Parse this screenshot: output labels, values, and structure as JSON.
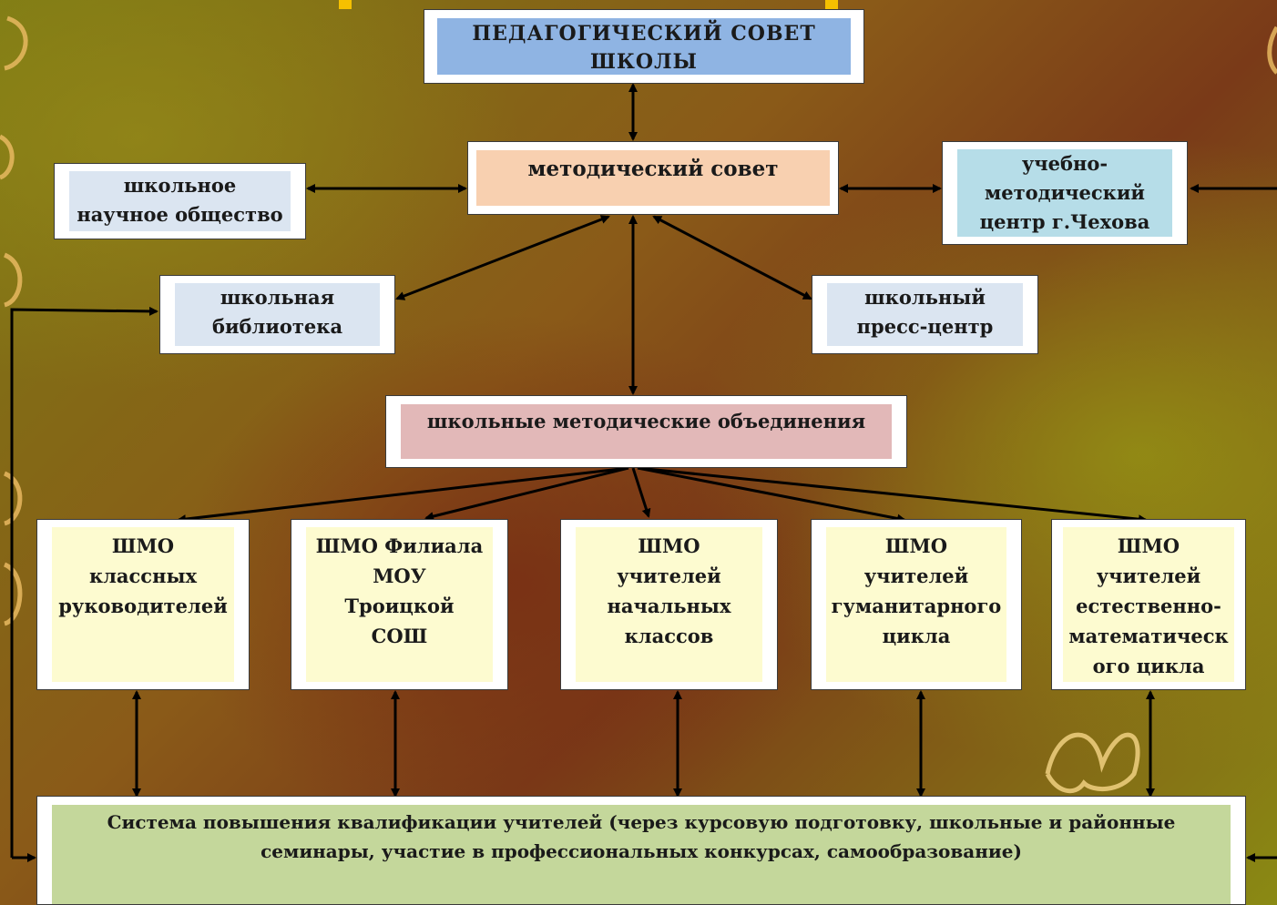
{
  "boxes": {
    "ped_council": "ПЕДАГОГИЧЕСКИЙ  СОВЕТ\nШКОЛЫ",
    "method_council": "методический совет",
    "sci_society": "школьное\nнаучное общество",
    "umc": "учебно-\nметодический\nцентр г.Чехова",
    "library": "школьная\nбиблиотека",
    "press": "школьный\nпресс-центр",
    "shmo_all": "школьные методические объединения",
    "shmo1": "ШМО\nклассных\nруководителей",
    "shmo2": "ШМО Филиала\nМОУ\nТроицкой\nСОШ",
    "shmo3": "ШМО\nучителей\nначальных\nклассов",
    "shmo4": "ШМО\nучителей\nгуманитарного\nцикла",
    "shmo5": "ШМО\nучителей\nестественно-\nматематическ\nого цикла",
    "system": "Система повышения квалификации учителей (через курсовую подготовку, школьные и районные\nсеминары, участие в профессиональных конкурсах, самообразование)"
  },
  "colors": {
    "blue": "#8fb4e3",
    "peach": "#f8d0b0",
    "pale_blue": "#dbe5f1",
    "cyan": "#b6dde8",
    "rose": "#e2b8b8",
    "cream": "#fdfbd0",
    "green": "#c4d79b"
  }
}
